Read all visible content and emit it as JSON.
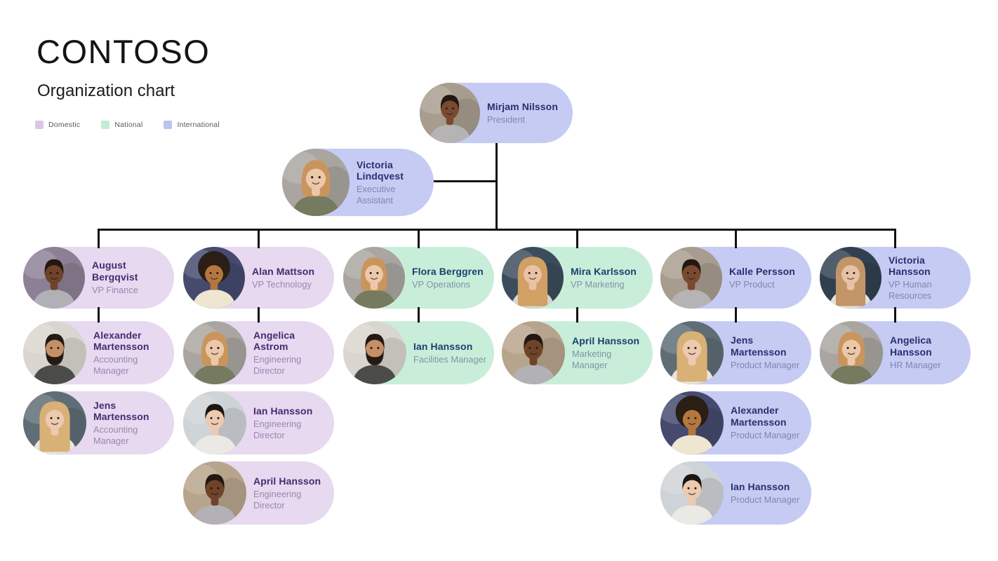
{
  "header": {
    "brand": "CONTOSO",
    "subtitle": "Organization chart"
  },
  "legend": {
    "items": [
      {
        "label": "Domestic",
        "color": "#d9c6e9"
      },
      {
        "label": "National",
        "color": "#c3ecd6"
      },
      {
        "label": "International",
        "color": "#bcc4ee"
      }
    ]
  },
  "themes": {
    "domestic": {
      "card": "#e7d9f0",
      "name": "#472a70",
      "title": "#9b87ae"
    },
    "national": {
      "card": "#c8eeda",
      "name": "#1c406f",
      "title": "#7e95a5"
    },
    "international": {
      "card": "#c5cbf3",
      "name": "#2a2f6e",
      "title": "#7f88b0"
    }
  },
  "line_color": "#111111",
  "avatars": {
    "woman-dark-short": {
      "bg": "#a89c8e",
      "skin": "#7a4a30",
      "hair": "#231711",
      "shirt": "#b6b3b4",
      "style": "short"
    },
    "woman-dark-purple": {
      "bg": "#8d7f95",
      "skin": "#6f432a",
      "hair": "#231711",
      "shirt": "#b1b0b6",
      "style": "short"
    },
    "woman-dark-warm": {
      "bg": "#b7a48c",
      "skin": "#6f432a",
      "hair": "#231711",
      "shirt": "#b3b1b5",
      "style": "short"
    },
    "woman-blonde-bob": {
      "bg": "#aaa5a0",
      "skin": "#ecc8ab",
      "hair": "#c9955c",
      "shirt": "#767a5f",
      "style": "bob"
    },
    "man-afro": {
      "bg": "#454a6e",
      "skin": "#b5773f",
      "hair": "#2b1e15",
      "shirt": "#efe6d2",
      "style": "afro"
    },
    "woman-blonde-long-dark": {
      "bg": "#3d4c5c",
      "skin": "#e9c2a6",
      "hair": "#d0a064",
      "shirt": "#d9d4cd",
      "style": "long"
    },
    "woman-brown-long": {
      "bg": "#31404f",
      "skin": "#e8c2a6",
      "hair": "#c29668",
      "shirt": "#e5e1db",
      "style": "long"
    },
    "man-beard": {
      "bg": "#d9d6cf",
      "skin": "#c49068",
      "hair": "#241a12",
      "shirt": "#4b4b49",
      "style": "beard"
    },
    "woman-blonde-long-light": {
      "bg": "#5f6d75",
      "skin": "#eccab0",
      "hair": "#d9b176",
      "shirt": "#e9e5df",
      "style": "long"
    },
    "man-dark-hair": {
      "bg": "#ced3d7",
      "skin": "#eccab0",
      "hair": "#1d1510",
      "shirt": "#ebe9e5",
      "style": "short"
    }
  },
  "org": {
    "president": {
      "name": "Mirjam Nilsson",
      "title": "President",
      "theme": "international",
      "avatar": "woman-dark-short"
    },
    "assistant": {
      "name": "Victoria\nLindqvest",
      "title": "Executive\nAssistant",
      "theme": "international",
      "avatar": "woman-blonde-bob"
    },
    "departments": [
      {
        "vp": {
          "name": "August\nBergqvist",
          "title": "VP Finance",
          "theme": "domestic",
          "avatar": "woman-dark-purple"
        },
        "reports": [
          {
            "name": "Alexander\nMartensson",
            "title": "Accounting\nManager",
            "theme": "domestic",
            "avatar": "man-beard"
          },
          {
            "name": "Jens\nMartensson",
            "title": "Accounting\nManager",
            "theme": "domestic",
            "avatar": "woman-blonde-long-light"
          }
        ]
      },
      {
        "vp": {
          "name": "Alan Mattson",
          "title": "VP Technology",
          "theme": "domestic",
          "avatar": "man-afro"
        },
        "reports": [
          {
            "name": "Angelica\nAstrom",
            "title": "Engineering\nDirector",
            "theme": "domestic",
            "avatar": "woman-blonde-bob"
          },
          {
            "name": "Ian Hansson",
            "title": "Engineering\nDirector",
            "theme": "domestic",
            "avatar": "man-dark-hair"
          },
          {
            "name": "April Hansson",
            "title": "Engineering\nDirector",
            "theme": "domestic",
            "avatar": "woman-dark-warm"
          }
        ]
      },
      {
        "vp": {
          "name": "Flora Berggren",
          "title": "VP Operations",
          "theme": "national",
          "avatar": "woman-blonde-bob"
        },
        "reports": [
          {
            "name": "Ian Hansson",
            "title": "Facilities Manager",
            "theme": "national",
            "avatar": "man-beard"
          }
        ]
      },
      {
        "vp": {
          "name": "Mira Karlsson",
          "title": "VP Marketing",
          "theme": "national",
          "avatar": "woman-blonde-long-dark"
        },
        "reports": [
          {
            "name": "April Hansson",
            "title": "Marketing\nManager",
            "theme": "national",
            "avatar": "woman-dark-warm"
          }
        ]
      },
      {
        "vp": {
          "name": "Kalle Persson",
          "title": "VP Product",
          "theme": "international",
          "avatar": "woman-dark-short"
        },
        "reports": [
          {
            "name": "Jens\nMartensson",
            "title": "Product Manager",
            "theme": "international",
            "avatar": "woman-blonde-long-light"
          },
          {
            "name": "Alexander\nMartensson",
            "title": "Product Manager",
            "theme": "international",
            "avatar": "man-afro"
          },
          {
            "name": "Ian Hansson",
            "title": "Product Manager",
            "theme": "international",
            "avatar": "man-dark-hair"
          }
        ]
      },
      {
        "vp": {
          "name": "Victoria\nHansson",
          "title": "VP Human\nResources",
          "theme": "international",
          "avatar": "woman-brown-long"
        },
        "reports": [
          {
            "name": "Angelica\nHansson",
            "title": "HR Manager",
            "theme": "international",
            "avatar": "woman-blonde-bob"
          }
        ]
      }
    ]
  }
}
